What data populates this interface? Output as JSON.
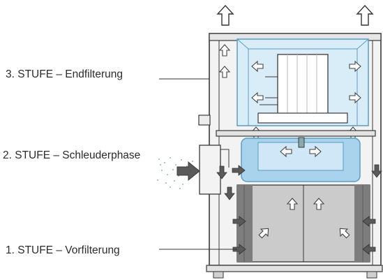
{
  "labels": {
    "stage3": "3. STUFE – Endfilterung",
    "stage2": "2. STUFE – Schleuderphase",
    "stage1": "1. STUFE – Vorfilterung"
  },
  "colors": {
    "outline": "#3a3a3a",
    "housing_fill": "#f2f2f2",
    "filter_blue_light": "#d6ecf8",
    "filter_blue_mid": "#a9d2ec",
    "filter_blue_stroke": "#5a9cc8",
    "prefilter_gray": "#c8c8c8",
    "prefilter_dark": "#7d7d7d",
    "motor_fill": "#ffffff",
    "arrow_dark": "#555555",
    "dust": "#6f9fb9"
  },
  "icons": [
    "up-arrow-icon",
    "left-arrow-icon",
    "right-arrow-icon",
    "down-arrow-icon",
    "diagonal-arrow-icon"
  ]
}
